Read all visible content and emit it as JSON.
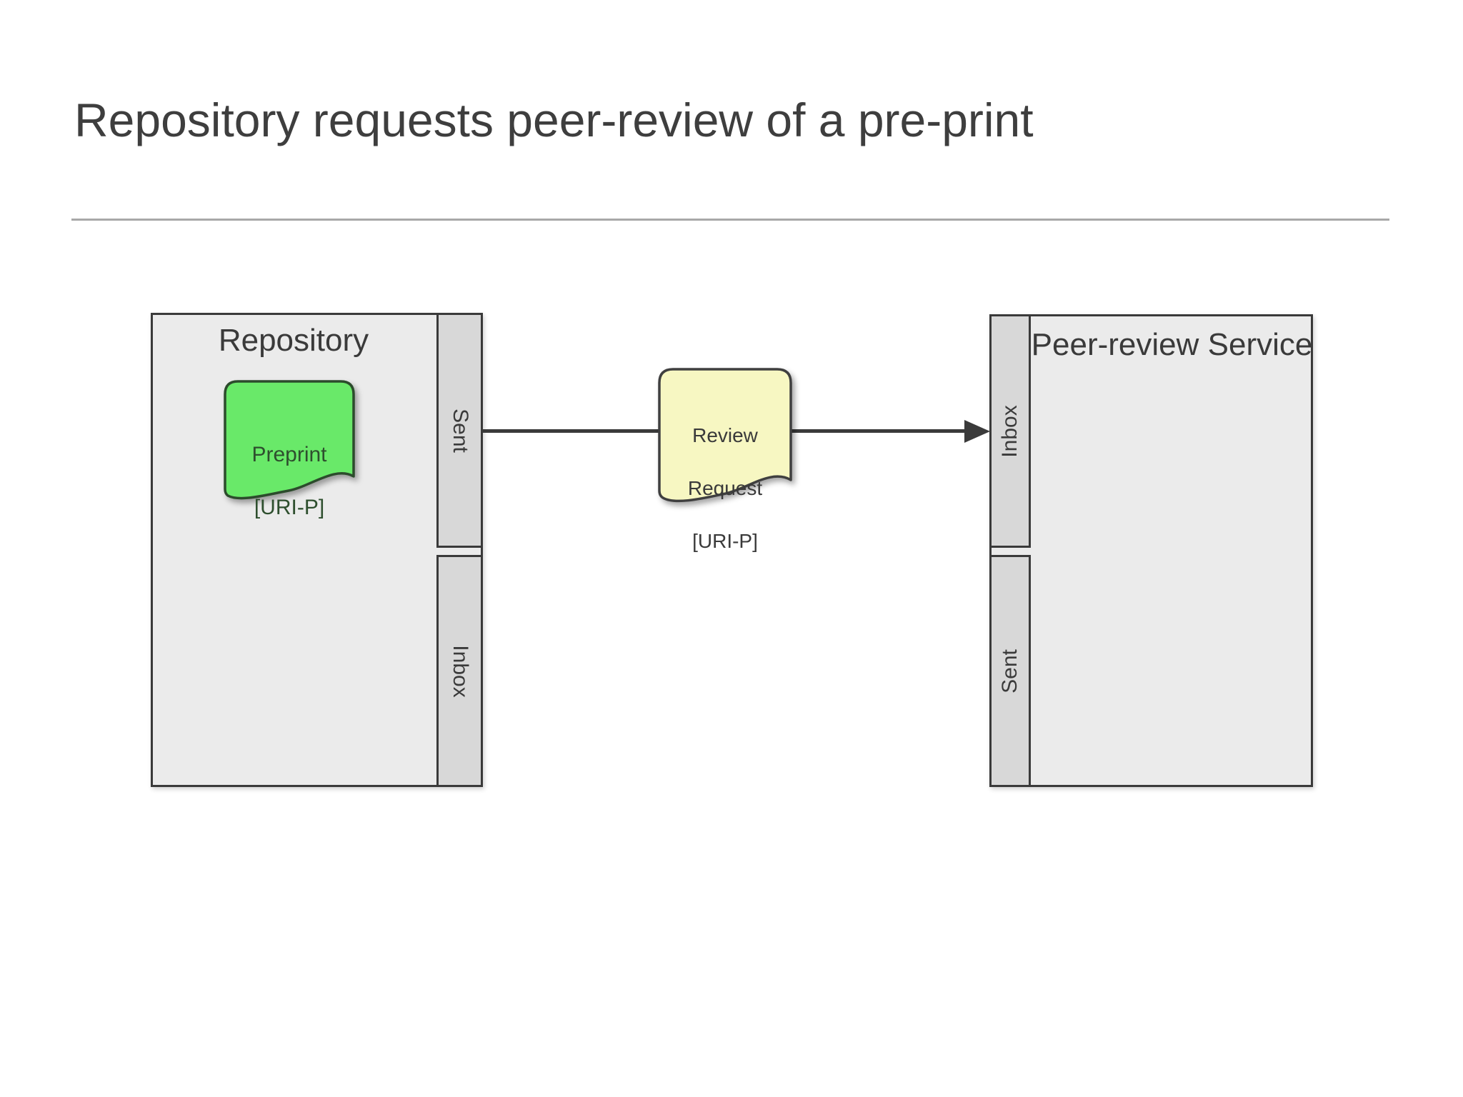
{
  "header": {
    "title": "Repository requests peer-review of a pre-print",
    "title_color": "#3e3e3e",
    "rule_color": "#a8a8a8"
  },
  "diagram": {
    "box_fill": "#ebebeb",
    "cell_fill": "#d8d8d8",
    "border_color": "#3a3a3a",
    "arrow_color": "#3a3a3a",
    "repository": {
      "title": "Repository",
      "cells": [
        {
          "label": "Sent"
        },
        {
          "label": "Inbox"
        }
      ],
      "note": {
        "lines": [
          "Preprint",
          "[URI-P]"
        ],
        "fill": "#69e969",
        "border_color": "#2c4b2c",
        "text_color": "#2e4f2e"
      }
    },
    "peer_review_service": {
      "title": "Peer-review Service",
      "cells": [
        {
          "label": "Inbox"
        },
        {
          "label": "Sent"
        }
      ]
    },
    "message_note": {
      "lines": [
        "Review",
        "Request",
        "[URI-P]"
      ],
      "fill": "#f7f7c2",
      "border_color": "#3f3f3f",
      "text_color": "#3a3a3a"
    }
  }
}
